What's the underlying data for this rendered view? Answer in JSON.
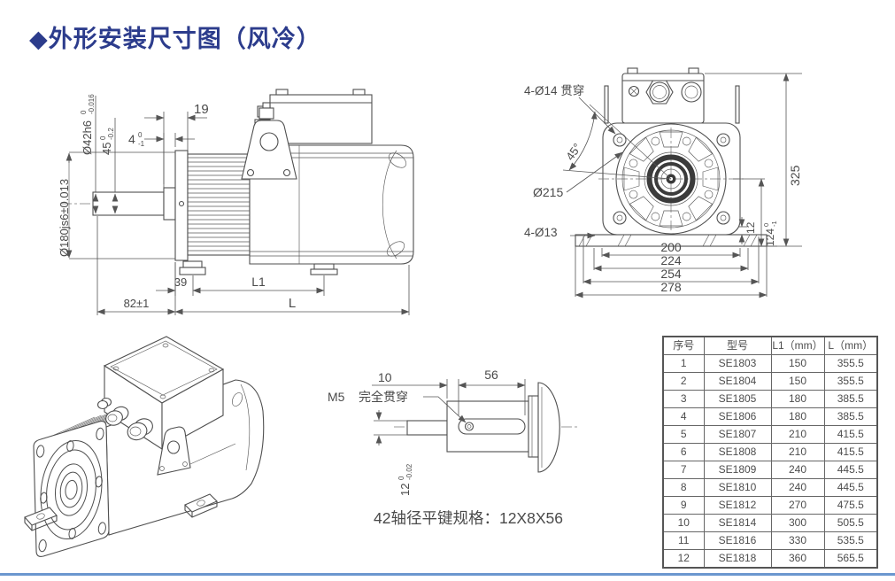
{
  "page": {
    "title": "◆外形安装尺寸图（风冷）",
    "title_color": "#2c3c8c",
    "footer_line_color": "#6b97cf"
  },
  "side_view": {
    "dims": {
      "d19": "19",
      "d4": "4",
      "d4_tol_top": "0",
      "d4_tol_bot": "-1",
      "d45": "45",
      "d45_tol_top": "0",
      "d45_tol_bot": "-0.2",
      "shaft_dia": "Ø42h6",
      "shaft_dia_tol_top": "0",
      "shaft_dia_tol_bot": "-0.016",
      "spigot_dia": "Ø180js6±0.013",
      "d39": "39",
      "dL1": "L1",
      "d82": "82±1",
      "dL": "L"
    }
  },
  "front_view": {
    "dims": {
      "holes_top": "4-Ø14 贯穿",
      "angle": "45°",
      "flange_dia": "Ø215",
      "holes_bottom": "4-Ø13",
      "d200": "200",
      "d224": "224",
      "d254": "254",
      "d278": "278",
      "d12": "12",
      "d124": "124",
      "d124_tol_top": "0",
      "d124_tol_bot": "-1",
      "d325": "325"
    }
  },
  "shaft_detail": {
    "dims": {
      "d10": "10",
      "d56": "56",
      "thread": "M5",
      "thread_note": "完全贯穿",
      "d12": "12",
      "d12_tol_top": "0",
      "d12_tol_bot": "-0.02"
    },
    "caption": "42轴径平键规格：12X8X56"
  },
  "table": {
    "headers": [
      "序号",
      "型号",
      "L1（mm）",
      "L（mm）"
    ],
    "rows": [
      [
        "1",
        "SE1803",
        "150",
        "355.5"
      ],
      [
        "2",
        "SE1804",
        "150",
        "355.5"
      ],
      [
        "3",
        "SE1805",
        "180",
        "385.5"
      ],
      [
        "4",
        "SE1806",
        "180",
        "385.5"
      ],
      [
        "5",
        "SE1807",
        "210",
        "415.5"
      ],
      [
        "6",
        "SE1808",
        "210",
        "415.5"
      ],
      [
        "7",
        "SE1809",
        "240",
        "445.5"
      ],
      [
        "8",
        "SE1810",
        "240",
        "445.5"
      ],
      [
        "9",
        "SE1812",
        "270",
        "475.5"
      ],
      [
        "10",
        "SE1814",
        "300",
        "505.5"
      ],
      [
        "11",
        "SE1816",
        "330",
        "535.5"
      ],
      [
        "12",
        "SE1818",
        "360",
        "565.5"
      ]
    ]
  }
}
